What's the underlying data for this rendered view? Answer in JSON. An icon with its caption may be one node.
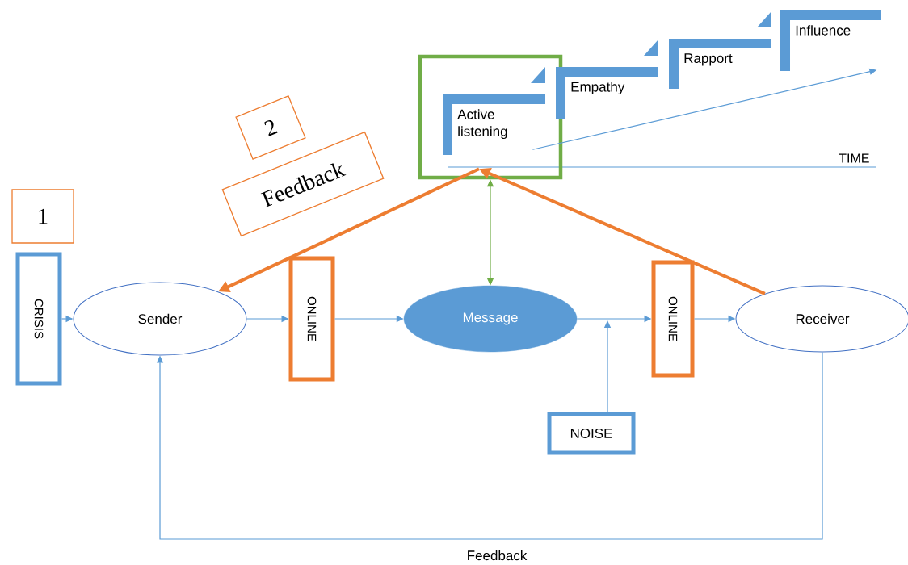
{
  "diagram": {
    "nodes": [
      {
        "text": [],
        "shape": "box"
      },
      {
        "text": [
          "Active listening"
        ],
        "in": 0
      },
      {
        "text": [
          "Empathy"
        ]
      },
      {
        "text": [
          "Rapport"
        ]
      },
      {
        "text": [
          "Influence"
        ]
      },
      {
        "text": [
          "2"
        ]
      },
      {
        "text": [
          "Feedback"
        ]
      },
      {
        "text": [
          "1"
        ]
      },
      {
        "text": [
          "CRISIS"
        ]
      },
      {
        "text": [
          "Sender"
        ]
      },
      {
        "text": [
          "ONLINE"
        ]
      },
      {
        "text": [
          "Message"
        ]
      },
      {
        "text": [
          "ONLINE"
        ]
      },
      {
        "text": [
          "Receiver"
        ]
      },
      {
        "text": [
          "NOISE"
        ]
      }
    ],
    "edges": [
      {
        "from": 0,
        "to": 9,
        "arrow": "to",
        "style": "thick",
        "color": "#ed7d31"
      },
      {
        "from": 13,
        "to": 0,
        "arrow": "to",
        "style": "thick",
        "color": "#ed7d31"
      },
      {
        "from": 0,
        "to": 11,
        "arrow": "both",
        "color": "#70ad47"
      },
      {
        "from": 8,
        "to": 9,
        "arrow": "to"
      },
      {
        "from": 9,
        "to": 10,
        "arrow": "to"
      },
      {
        "from": 10,
        "to": 11,
        "arrow": "to"
      },
      {
        "from": 11,
        "to": 12,
        "arrow": "to"
      },
      {
        "from": 12,
        "to": 13,
        "arrow": "to"
      },
      {
        "from": 14,
        "to": null,
        "arrow": "to"
      },
      {
        "from": 1,
        "to": 4,
        "arrow": "to"
      },
      {
        "from": 13,
        "to": 9,
        "arrow": "to",
        "label": "Feedback"
      }
    ],
    "labels": [
      "TIME"
    ]
  }
}
